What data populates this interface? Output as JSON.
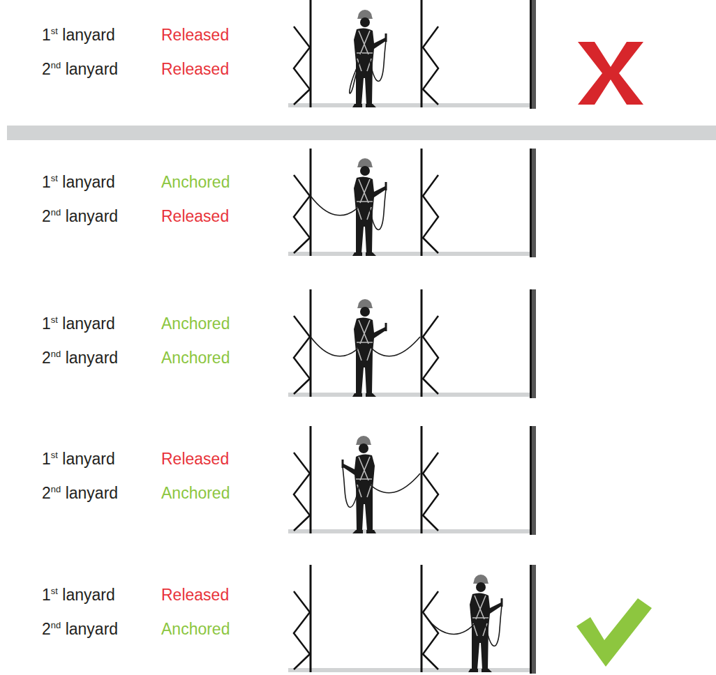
{
  "diagram": {
    "labels": [
      "1st lanyard",
      "Released",
      "2nd lanyard",
      "Released",
      "1st lanyard",
      "Anchored",
      "2nd lanyard",
      "Released",
      "1st lanyard",
      "Anchored",
      "2nd lanyard",
      "Anchored",
      "1st lanyard",
      "Released",
      "2nd lanyard",
      "Anchored",
      "1st lanyard",
      "Released",
      "2nd lanyard",
      "Anchored"
    ]
  }
}
